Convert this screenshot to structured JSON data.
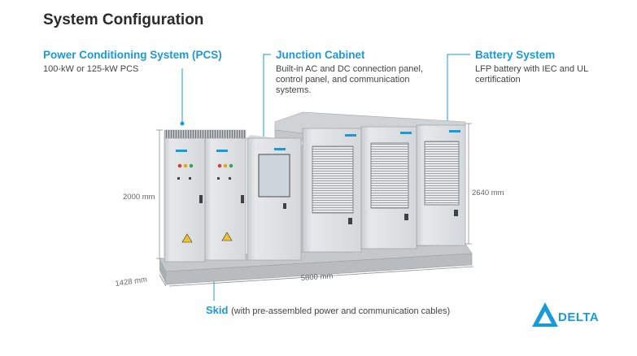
{
  "title": "System Configuration",
  "pcs": {
    "heading": "Power Conditioning System (PCS)",
    "description": "100-kW or 125-kW PCS"
  },
  "junction": {
    "heading": "Junction Cabinet",
    "description": "Built-in AC and DC connection panel, control panel, and communication systems."
  },
  "battery": {
    "heading": "Battery System",
    "description": "LFP battery with IEC and UL certification"
  },
  "skid": {
    "heading": "Skid",
    "description": "(with pre-assembled power and communication cables)"
  },
  "dimensions": {
    "height_pcs": "2000 mm",
    "height_battery": "2640 mm",
    "depth": "1428 mm",
    "length": "5800 mm"
  },
  "logo": {
    "text": "DELTA",
    "badge": "DELTA"
  },
  "colors": {
    "accent": "#1a9ad9",
    "cabinet": "#dcdfe1",
    "title": "#2b2b2b"
  }
}
